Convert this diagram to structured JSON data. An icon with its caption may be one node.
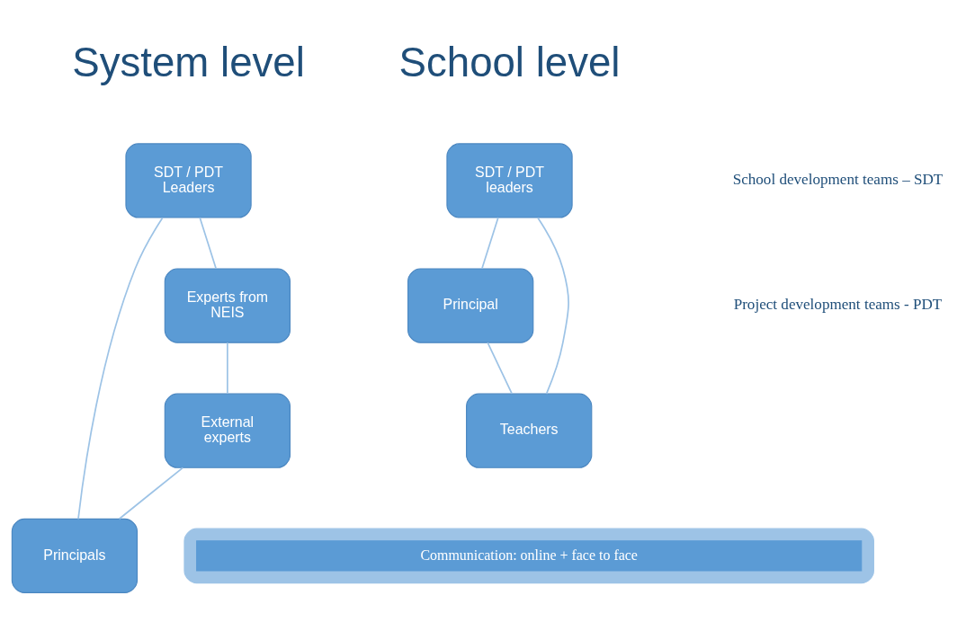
{
  "diagram": {
    "nodes": [
      {
        "text": [
          "SDT / PDT leaders"
        ]
      },
      {
        "text": [
          "Principal"
        ]
      },
      {
        "text": [
          "Teachers"
        ]
      },
      {
        "text": [
          "SDT / PDT Leaders"
        ]
      },
      {
        "text": [
          "Principals"
        ]
      },
      {
        "text": [
          "Experts from NEIS"
        ]
      },
      {
        "text": [
          "External experts"
        ]
      },
      {
        "text": [],
        "shape": "bar"
      },
      {
        "text": [
          "Communication: online + face to face"
        ],
        "in": 7
      }
    ],
    "edges": [
      {
        "from": 0,
        "to": 1,
        "arrow": "none"
      },
      {
        "from": 1,
        "to": 2,
        "arrow": "none"
      },
      {
        "from": 2,
        "to": 0,
        "arrow": "none"
      },
      {
        "from": 3,
        "to": 5,
        "arrow": "none"
      },
      {
        "from": 5,
        "to": 6,
        "arrow": "none"
      },
      {
        "from": 6,
        "to": 4,
        "arrow": "none"
      },
      {
        "from": 4,
        "to": 3,
        "arrow": "none"
      }
    ],
    "labels": [
      "School level",
      "System level",
      "School development teams – SDT",
      "Project development teams - PDT"
    ]
  }
}
